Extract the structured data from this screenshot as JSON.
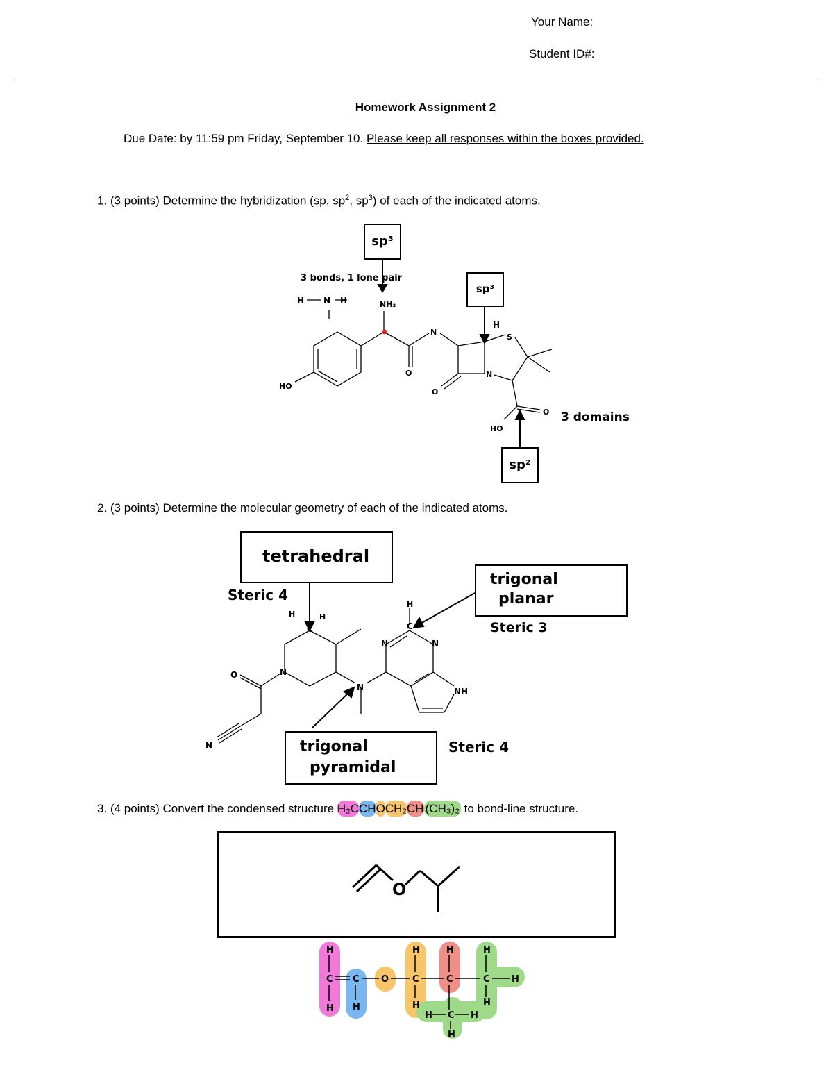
{
  "header": {
    "name_label": "Your Name:",
    "id_label": "Student ID#:"
  },
  "title": "Homework Assignment 2",
  "due": {
    "text": "Due Date: by 11:59 pm Friday, September 10.",
    "instruction": "Please keep all responses within the boxes provided."
  },
  "q1": {
    "prompt_a": "1. (3 points) Determine the hybridization (sp, sp",
    "sup1": "2",
    "prompt_b": ", sp",
    "sup2": "3",
    "prompt_c": ") of each of the indicated atoms.",
    "answers": {
      "top": "sp³",
      "right": "sp³",
      "bottom": "sp²"
    },
    "notes": {
      "bonds": "3 bonds, 1 lone pair",
      "domains": "3 domains"
    },
    "atoms": {
      "nh2": "NH₂",
      "ho": "HO",
      "ho2": "HO",
      "o1": "O",
      "o2": "O",
      "o3": "O",
      "n1": "N",
      "n2": "N",
      "s": "S",
      "h": "H"
    }
  },
  "q2": {
    "prompt": "2. (3 points) Determine the molecular geometry of each of the indicated atoms.",
    "answers": {
      "top": "tetrahedral",
      "right_l1": "trigonal",
      "right_l2": "planar",
      "bottom_l1": "trigonal",
      "bottom_l2": "pyramidal"
    },
    "notes": {
      "steric_top": "Steric 4",
      "steric_right": "Steric 3",
      "steric_bottom": "Steric 4"
    },
    "atoms": {
      "o": "O",
      "n": "N",
      "n_amine": "N",
      "n_a": "N",
      "n_b": "N",
      "nh": "NH",
      "n_nitrile": "N",
      "h": "H",
      "c": "C"
    }
  },
  "q3": {
    "prompt_a": "3. (4 points) Convert the condensed structure ",
    "formula": {
      "p1": "H₂C",
      "p2": "CH",
      "p3": "O",
      "p4": "CH₂",
      "p5": "CH",
      "p6": "(CH₃)₂"
    },
    "prompt_b": " to bond-line structure.",
    "atom_o": "O",
    "expanded": {
      "h": "H",
      "c": "C",
      "o": "O"
    }
  },
  "colors": {
    "pink": "#f07ad8",
    "blue": "#7ab7f0",
    "orange": "#f7c56a",
    "salmon": "#f08f86",
    "green": "#9fd98a",
    "red_dot": "#e02020"
  }
}
